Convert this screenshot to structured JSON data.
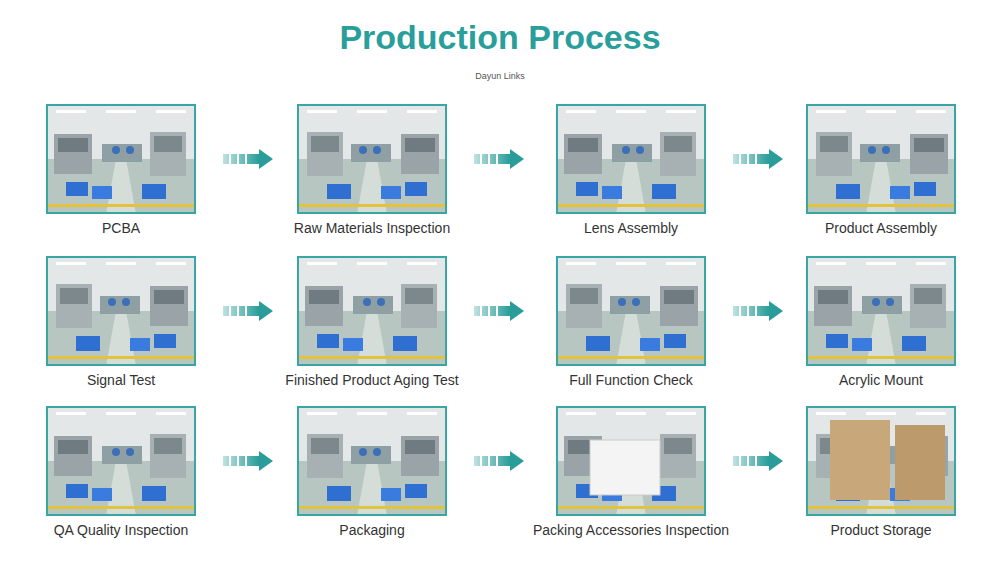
{
  "diagram": {
    "title": "Production Process",
    "nodes": [
      {
        "text": [
          "PCBA"
        ]
      },
      {
        "text": [
          "Raw Materials Inspection"
        ]
      },
      {
        "text": [
          "Lens Assembly"
        ]
      },
      {
        "text": [
          "Product Assembly"
        ]
      },
      {
        "text": [
          "Signal Test"
        ]
      },
      {
        "text": [
          "Finished Product Aging Test"
        ]
      },
      {
        "text": [
          "Full Function Check"
        ]
      },
      {
        "text": [
          "Acrylic Mount"
        ]
      },
      {
        "text": [
          "QA Quality Inspection"
        ]
      },
      {
        "text": [
          "Packaging"
        ]
      },
      {
        "text": [
          "Packing Accessories Inspection"
        ]
      },
      {
        "text": [
          "Product Storage"
        ]
      }
    ],
    "edges": [
      {
        "from": 0,
        "to": 1,
        "arrow": "to"
      },
      {
        "from": 1,
        "to": 2,
        "arrow": "to"
      },
      {
        "from": 2,
        "to": 3,
        "arrow": "to"
      },
      {
        "from": 4,
        "to": 5,
        "arrow": "to"
      },
      {
        "from": 5,
        "to": 6,
        "arrow": "to"
      },
      {
        "from": 6,
        "to": 7,
        "arrow": "to"
      },
      {
        "from": 8,
        "to": 9,
        "arrow": "to"
      },
      {
        "from": 9,
        "to": 10,
        "arrow": "to"
      },
      {
        "from": 10,
        "to": 11,
        "arrow": "to"
      }
    ],
    "labels": [
      "Dayun Links"
    ]
  }
}
